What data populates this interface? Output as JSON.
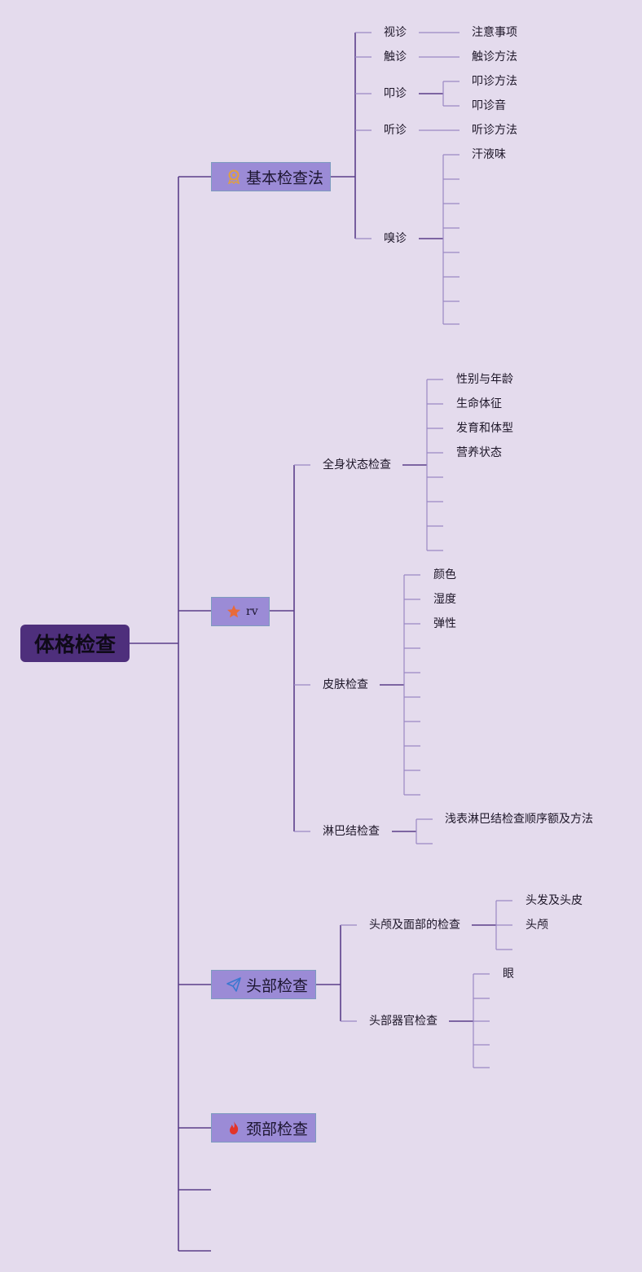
{
  "root": {
    "label": "体格检查"
  },
  "branches": {
    "basic": {
      "label": "基本检查法",
      "icon": "ribbon-award-icon"
    },
    "general": {
      "label": "rv",
      "icon": "star-icon"
    },
    "head": {
      "label": "头部检查",
      "icon": "paper-plane-icon"
    },
    "neck": {
      "label": "颈部检查",
      "icon": "flame-icon"
    }
  },
  "basic": {
    "items": [
      "视诊",
      "触诊",
      "叩诊",
      "听诊",
      "嗅诊"
    ],
    "leaves": [
      "注意事项",
      "触诊方法",
      "叩诊方法",
      "叩诊音",
      "听诊方法",
      "汗液味"
    ]
  },
  "general": {
    "items": [
      "全身状态检查",
      "皮肤检查",
      "淋巴结检查"
    ],
    "status_leaves": [
      "性别与年龄",
      "生命体征",
      "发育和体型",
      "营养状态"
    ],
    "skin_leaves": [
      "颜色",
      "湿度",
      "弹性"
    ],
    "lymph_leaves": [
      "浅表淋巴结检查顺序额及方法"
    ]
  },
  "head": {
    "items": [
      "头颅及面部的检查",
      "头部器官检查"
    ],
    "skull_leaves": [
      "头发及头皮",
      "头颅"
    ],
    "organ_leaves": [
      "眼"
    ]
  },
  "colors": {
    "root": "#4e2f7c",
    "branch": "#9b8bd6",
    "line": "#5b3e8a",
    "thin": "#9a88c4",
    "bg": "#e4dbed"
  }
}
